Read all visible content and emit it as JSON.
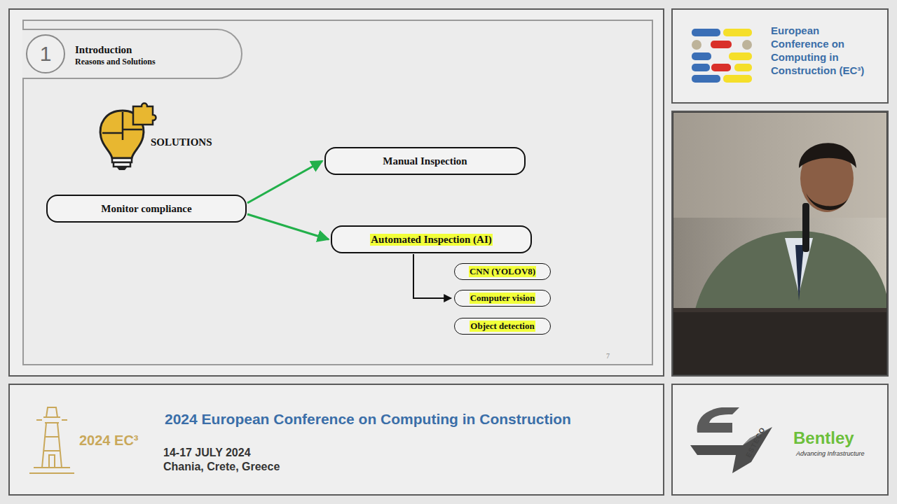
{
  "diagram": {
    "nodes": [
      {
        "text": [
          "Introduction",
          "Reasons and Solutions"
        ]
      },
      {
        "text": [
          "1"
        ],
        "in": 0
      },
      {
        "text": [
          "Monitor compliance"
        ]
      },
      {
        "text": [
          "Manual Inspection"
        ]
      },
      {
        "text": [
          "Automated Inspection (AI)"
        ]
      },
      {
        "text": [
          "CNN (YOLOV8)"
        ]
      },
      {
        "text": [
          "Computer vision"
        ]
      },
      {
        "text": [
          "Object detection"
        ]
      }
    ],
    "edges": [
      {
        "from": 2,
        "to": 3,
        "arrow": "to"
      },
      {
        "from": 2,
        "to": 4,
        "arrow": "to"
      },
      {
        "from": 4,
        "to": 6,
        "arrow": "to"
      }
    ],
    "labels": [
      "SOLUTIONS",
      "7",
      "European Conference on Computing in Construction (EC³)",
      "2024 EC³",
      "2024 European Conference on Computing in Construction",
      "14-17 JULY 2024",
      "Chania, Crete, Greece",
      "ESTECO",
      "Bentley",
      "Advancing Infrastructure"
    ]
  }
}
